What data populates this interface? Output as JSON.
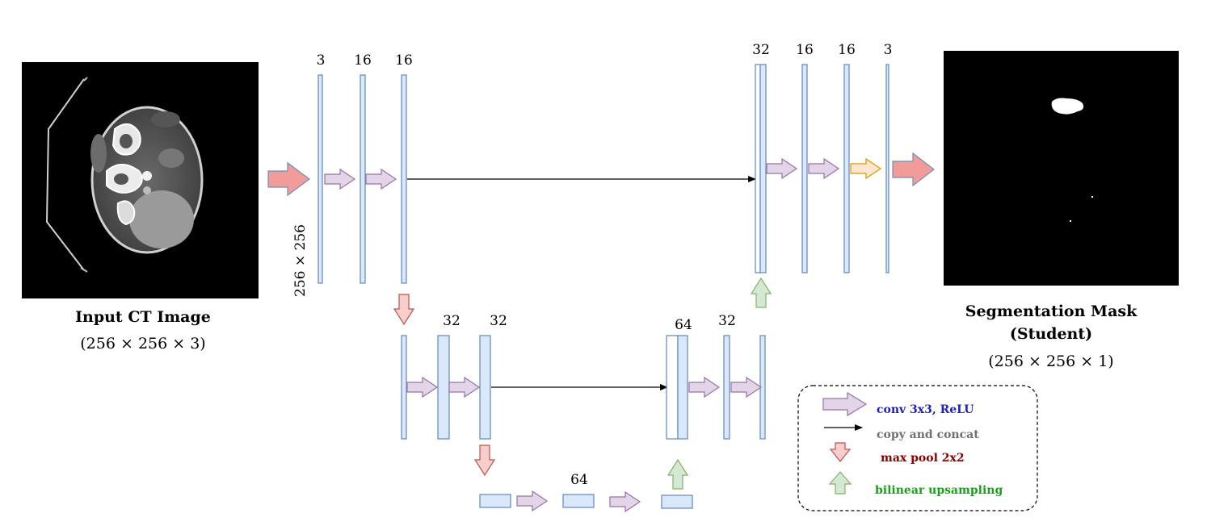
{
  "input": {
    "title": "Input CT Image",
    "dims": "(256 × 256 × 3)"
  },
  "output": {
    "title_line1": "Segmentation Mask",
    "title_line2": "(Student)",
    "dims": "(256 × 256 × 1)"
  },
  "spatial_label": "256 × 256",
  "channels": {
    "enc1": [
      "3",
      "16",
      "16"
    ],
    "enc2": [
      "32",
      "32"
    ],
    "bottleneck": "64",
    "dec2": [
      "64",
      "32"
    ],
    "dec1": [
      "32",
      "16",
      "16",
      "3"
    ]
  },
  "legend": {
    "conv": "conv 3x3, ReLU",
    "copy": "copy and concat",
    "pool": "max pool 2x2",
    "upsample": "bilinear upsampling"
  },
  "colors": {
    "conv_text": "#1f1fbf",
    "copy_text": "#707070",
    "pool_text": "#8b0000",
    "upsample_text": "#1aa01a",
    "conv_arrow_fill": "#e1d5e7",
    "conv_arrow_stroke": "#9673a6",
    "pool_arrow_fill": "#f8cecc",
    "pool_arrow_stroke": "#b85450",
    "up_arrow_fill": "#d5e8d4",
    "up_arrow_stroke": "#82b366",
    "final_arrow_fill": "#ffe6cc",
    "final_arrow_stroke": "#d79b00",
    "io_arrow_fill": "#f19c99",
    "io_arrow_stroke": "#6c8ebf",
    "bar_fill": "#dae8fc",
    "bar_stroke": "#6c8ebf"
  }
}
